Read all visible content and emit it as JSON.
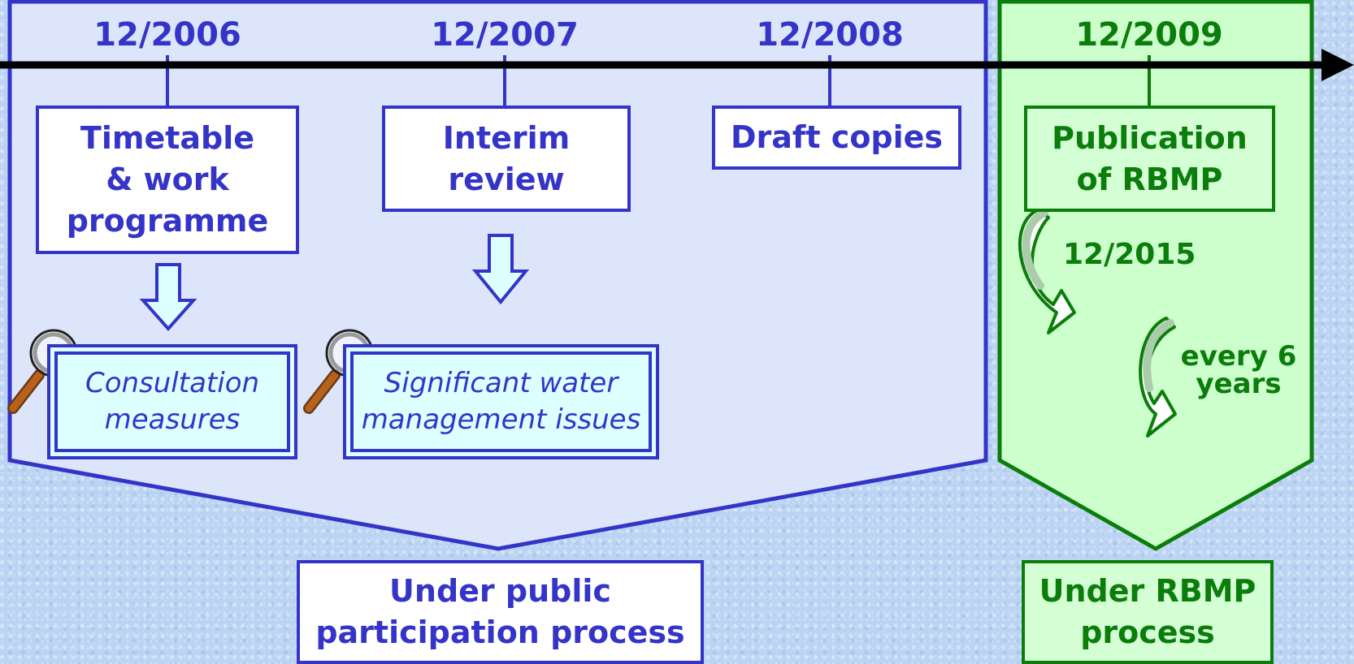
{
  "timeline": {
    "dates": [
      "12/2006",
      "12/2007",
      "12/2008",
      "12/2009"
    ]
  },
  "milestones": {
    "timetable": "Timetable\n& work\nprogramme",
    "interim": "Interim\nreview",
    "draft": "Draft copies",
    "publication": "Publication\nof RBMP"
  },
  "consultations": {
    "measures": "Consultation\nmeasures",
    "issues": "Significant water\nmanagement issues"
  },
  "cycle": {
    "next_date": "12/2015",
    "repeat": "every 6\nyears"
  },
  "processes": {
    "public": "Under public\nparticipation process",
    "rbmp": "Under RBMP\nprocess"
  },
  "colors": {
    "blue_accent": "#3434c8",
    "blue_panel": "#dde5fa",
    "green_accent": "#0b7d0b",
    "green_panel": "#ccffcc",
    "cyan_box": "#dcffff"
  }
}
